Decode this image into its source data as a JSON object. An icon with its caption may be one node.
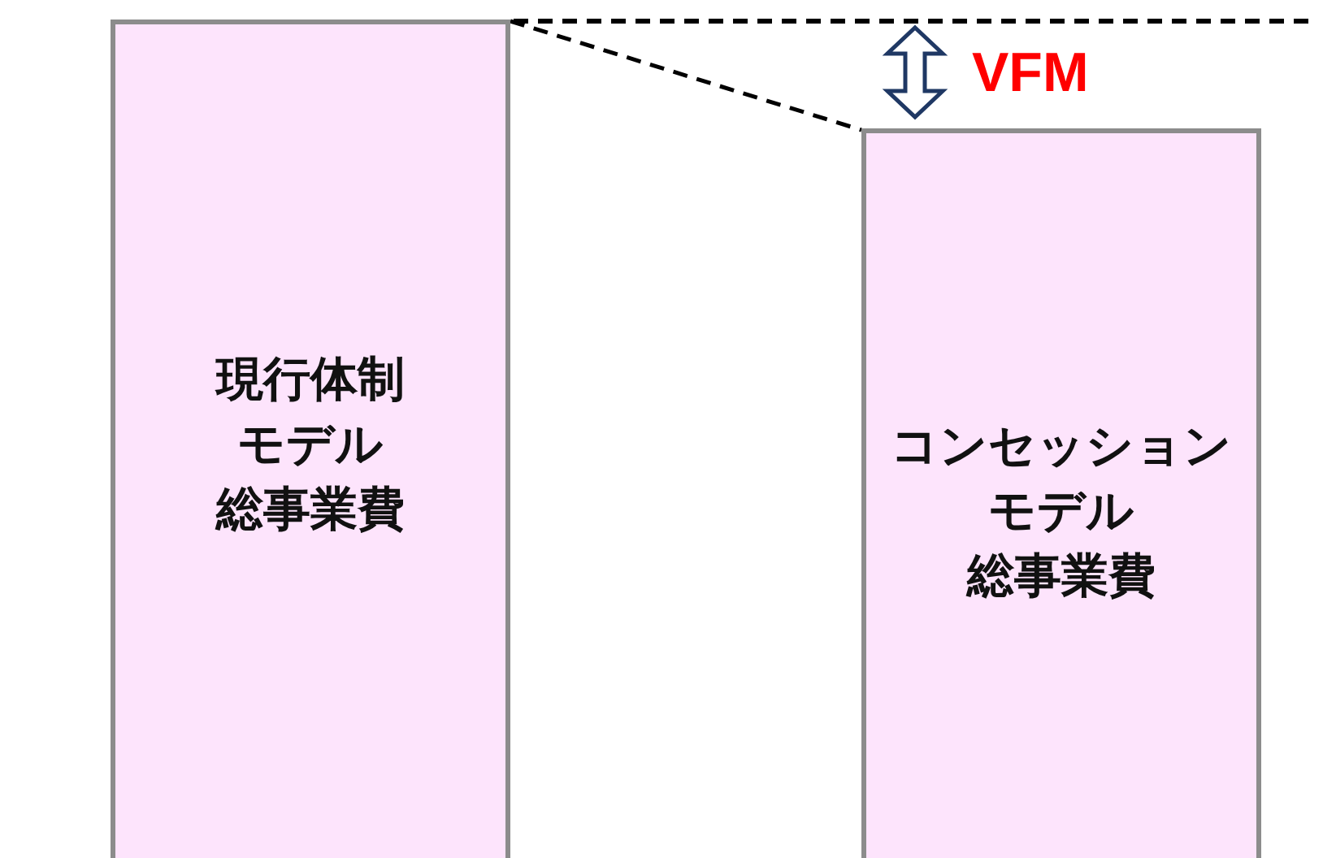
{
  "diagram": {
    "nodes": [
      {
        "text": [
          "現行体制モデル総事業費"
        ]
      },
      {
        "text": [
          "コンセッションモデル総事業費"
        ]
      }
    ],
    "edges": [
      {
        "from": 0,
        "to": 1,
        "arrow": "none",
        "style": "dashed"
      }
    ],
    "labels": [
      "VFM"
    ]
  }
}
